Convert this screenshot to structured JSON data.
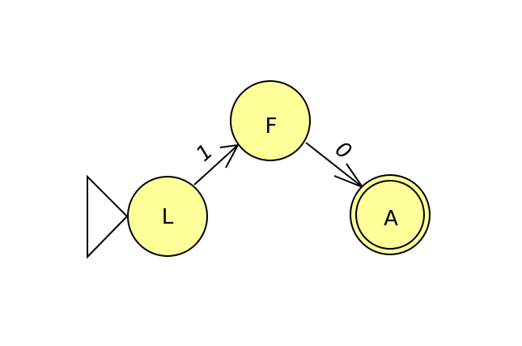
{
  "colors": {
    "state_fill": "#ffff99",
    "stroke": "#000000",
    "background": "#ffffff"
  },
  "states": [
    {
      "id": "L",
      "label": "L",
      "initial": true,
      "accepting": false
    },
    {
      "id": "F",
      "label": "F",
      "initial": false,
      "accepting": false
    },
    {
      "id": "A",
      "label": "A",
      "initial": false,
      "accepting": true
    }
  ],
  "transitions": [
    {
      "from": "L",
      "to": "F",
      "label": "1"
    },
    {
      "from": "F",
      "to": "A",
      "label": "0"
    }
  ]
}
